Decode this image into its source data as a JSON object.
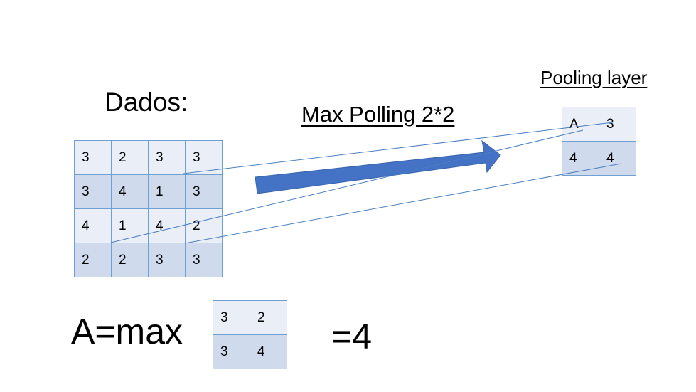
{
  "labels": {
    "dados": "Dados:",
    "max_polling": "Max Polling  2*2",
    "pooling_layer": "Pooling layer",
    "formula": "A=max",
    "result": "=4"
  },
  "input_grid": [
    [
      "3",
      "2",
      "3",
      "3"
    ],
    [
      "3",
      "4",
      "1",
      "3"
    ],
    [
      "4",
      "1",
      "4",
      "2"
    ],
    [
      "2",
      "2",
      "3",
      "3"
    ]
  ],
  "pooling_grid": [
    [
      "A",
      "3"
    ],
    [
      "4",
      "4"
    ]
  ],
  "window_grid": [
    [
      "3",
      "2"
    ],
    [
      "3",
      "4"
    ]
  ],
  "colors": {
    "arrow": "#4472c4",
    "line": "#4a7fc1",
    "cell_border": "#6fa0d3",
    "cell_light": "#e9eef7",
    "cell_dark": "#cfdaec"
  }
}
